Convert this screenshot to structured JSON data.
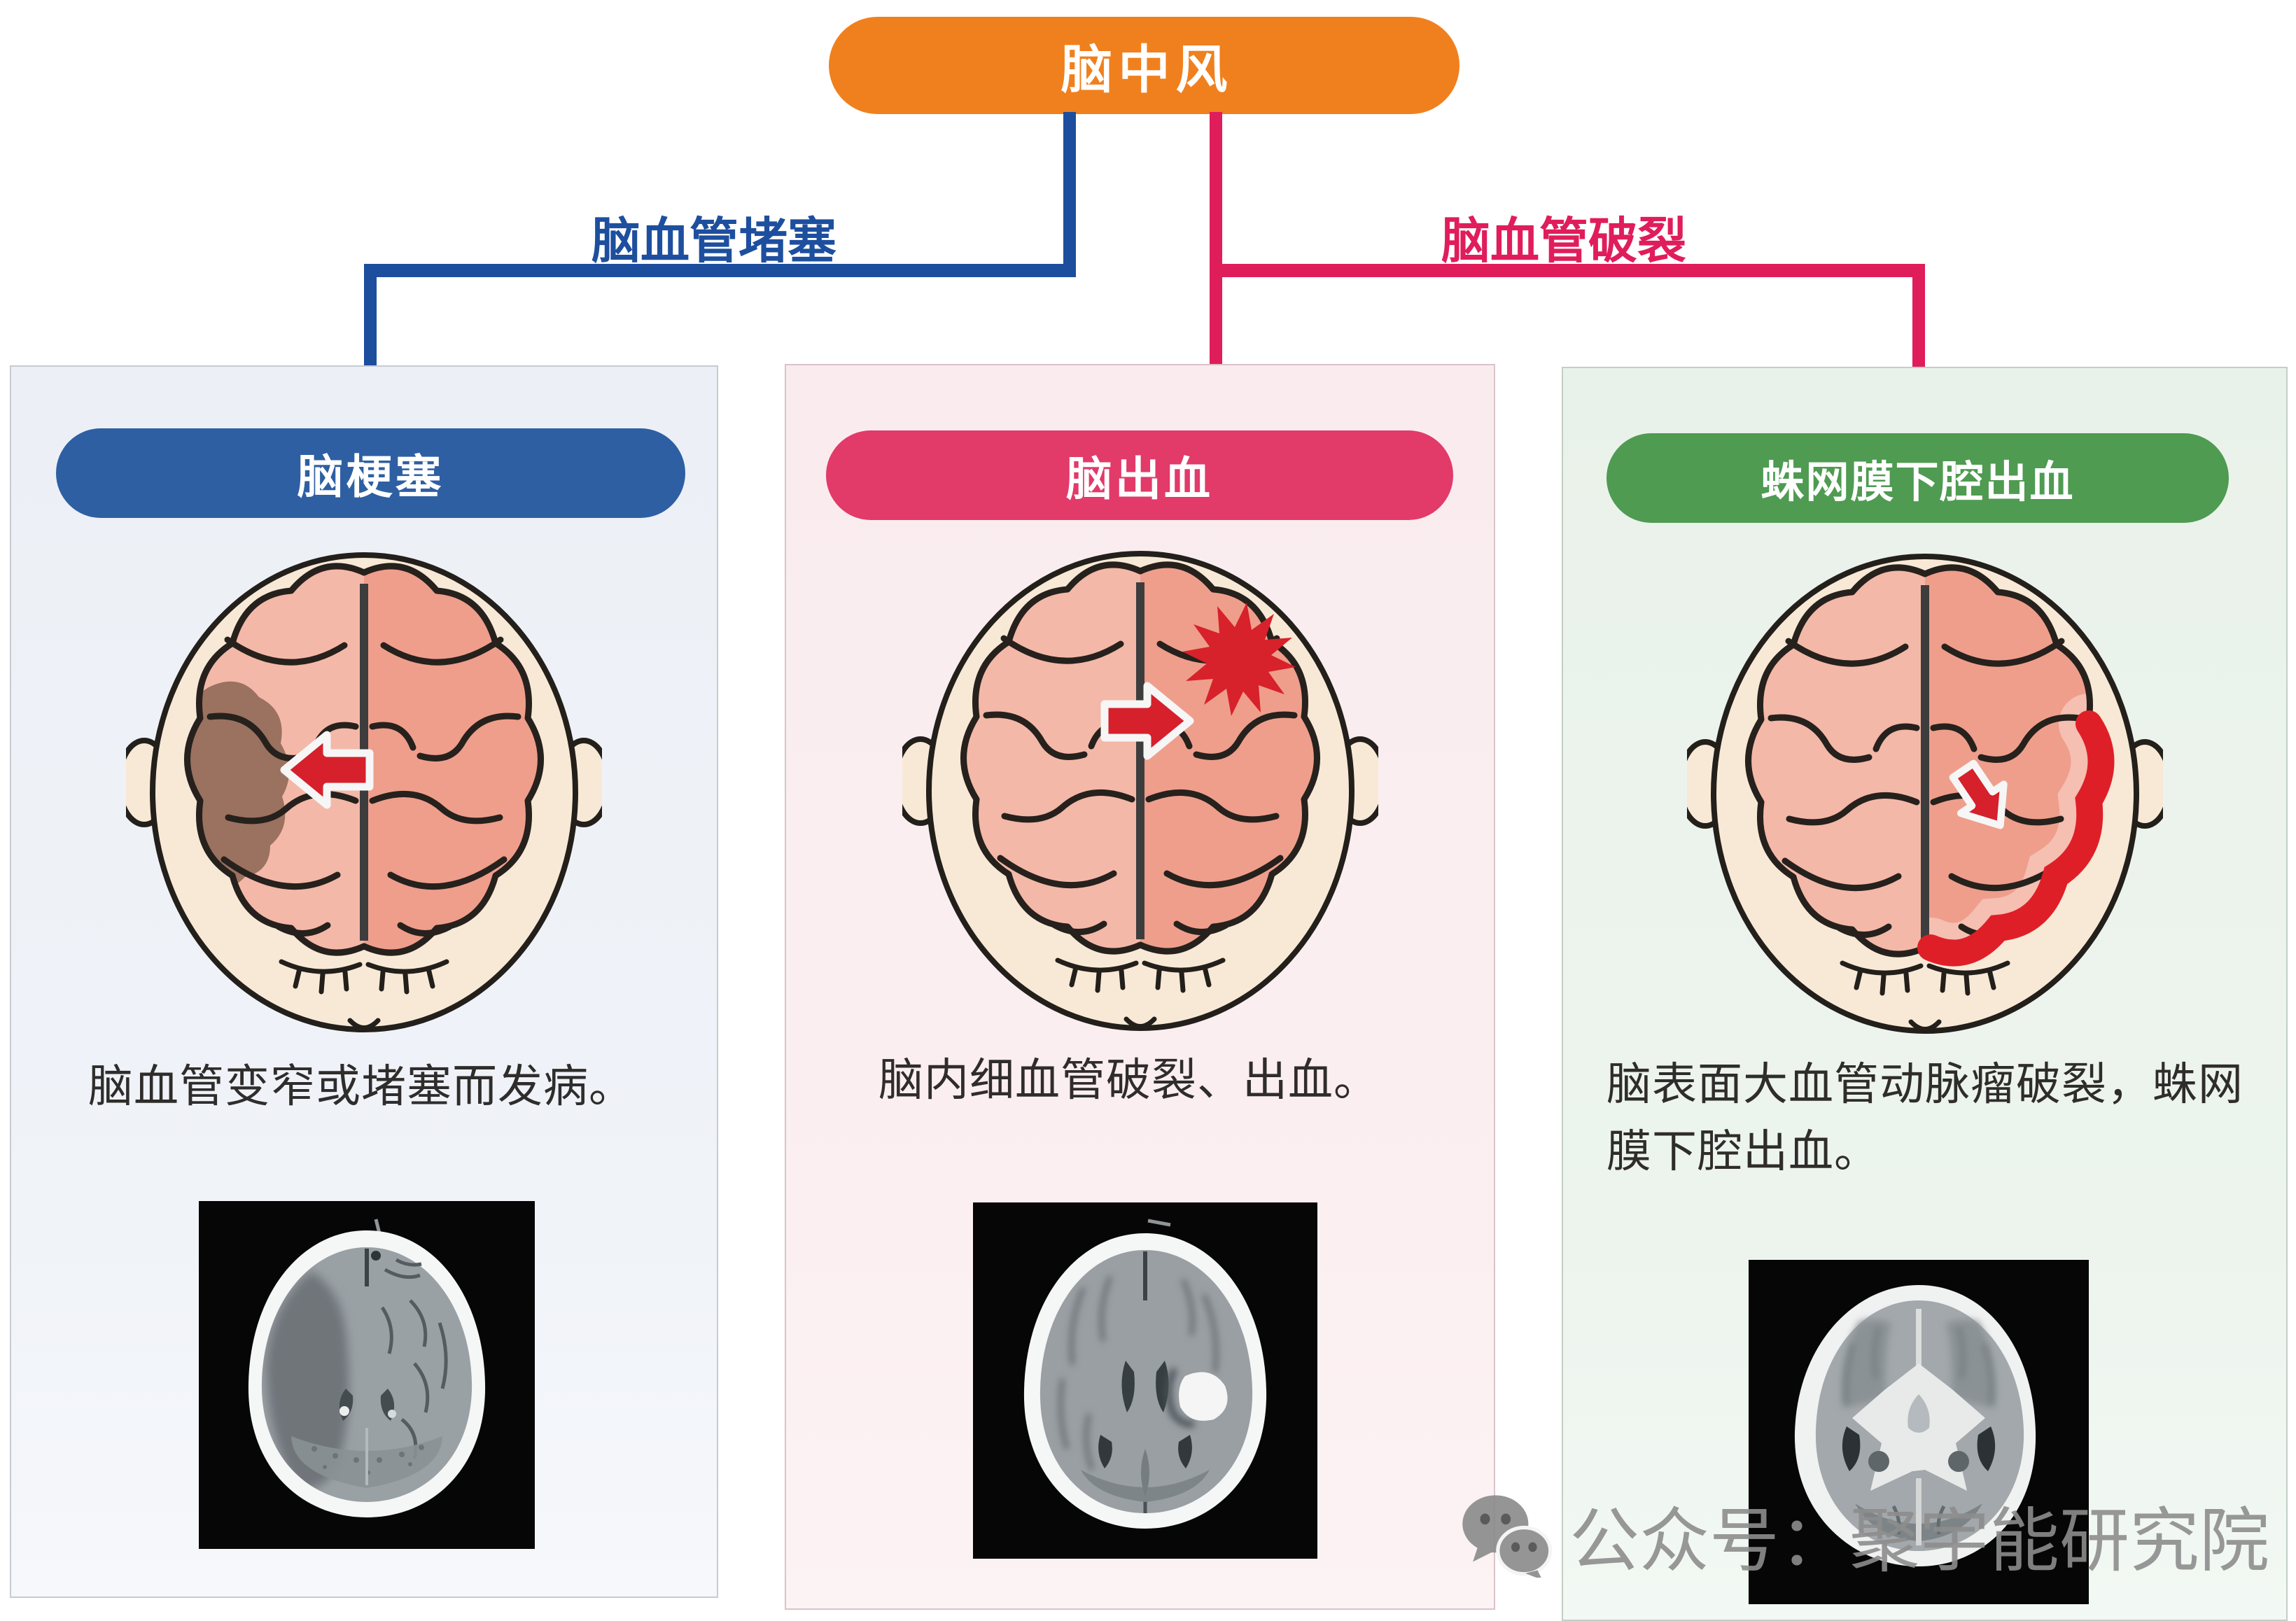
{
  "page": {
    "background": "#ffffff",
    "description": "infographic flowchart about stroke types"
  },
  "root": {
    "label": "脑中风",
    "color": "#F0801D",
    "text_color": "#ffffff"
  },
  "branches": {
    "blocked": {
      "label": "脑血管堵塞",
      "color": "#1C4E9D"
    },
    "ruptured": {
      "label": "脑血管破裂",
      "color": "#E01D5B"
    }
  },
  "sections": [
    {
      "header": "脑梗塞",
      "header_color": "#2E5FA3",
      "background": "#EDF1F7",
      "caption": "脑血管变窄或堵塞而发病。",
      "illustration": "brain-top-view-with-infarct-area-and-left-arrow",
      "ct_image": "ct-scan-cerebral-infarction"
    },
    {
      "header": "脑出血",
      "header_color": "#E23A69",
      "background": "#FBEDEF",
      "caption": "脑内细血管破裂、出血。",
      "illustration": "brain-top-view-with-bleed-starburst-and-right-arrow",
      "ct_image": "ct-scan-cerebral-hemorrhage"
    },
    {
      "header": "蛛网膜下腔出血",
      "header_color": "#4E9B51",
      "background": "#E9F2EA",
      "caption": "脑表面大血管动脉瘤破裂，蛛网\n膜下腔出血。",
      "illustration": "brain-top-view-with-subarachnoid-bleed-and-down-arrow",
      "ct_image": "ct-scan-subarachnoid-hemorrhage"
    }
  ],
  "watermark": {
    "icon": "wechat-icon",
    "text": "公众号：聚宇能研究院",
    "color": "#8D8D8D"
  }
}
